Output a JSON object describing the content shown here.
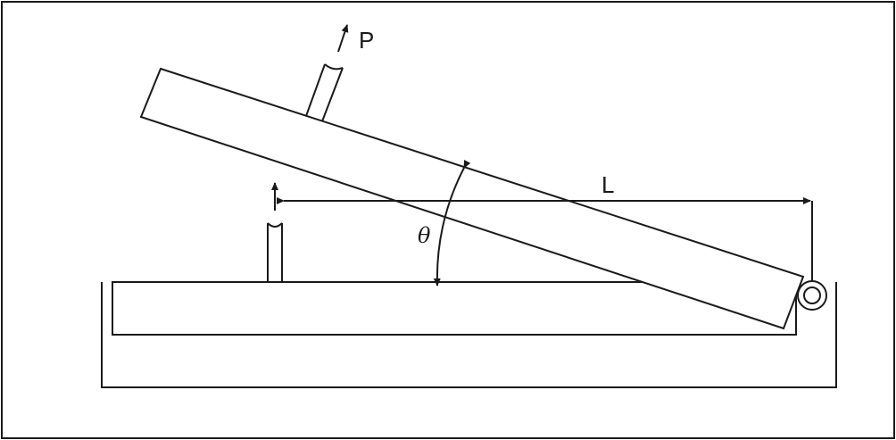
{
  "labels": {
    "force": "P",
    "length": "L",
    "angle": "θ"
  },
  "colors": {
    "stroke": "#1a1a1a",
    "background": "#ffffff"
  }
}
